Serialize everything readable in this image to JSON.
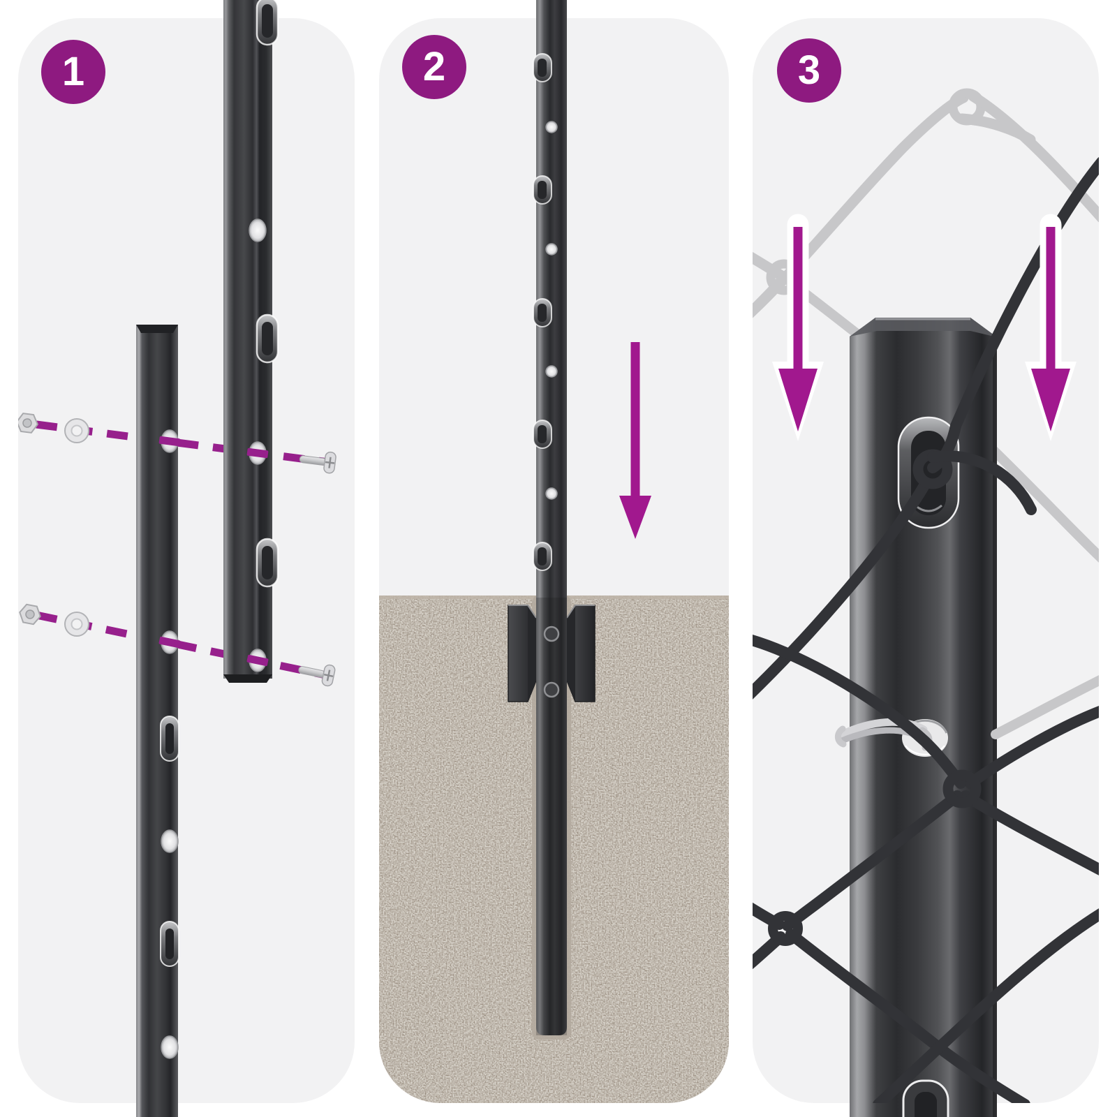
{
  "sheet": {
    "kind": "installation-instructions",
    "step_count": 3,
    "steps": [
      {
        "badge": "1",
        "depicts": "two-u-post-sections-aligned-with-screws-nuts-and-washers"
      },
      {
        "badge": "2",
        "depicts": "assembled-post-driven-down-into-ground-with-anchor-plate"
      },
      {
        "badge": "3",
        "depicts": "chain-link-mesh-slid-down-and-hooked-onto-post-tabs"
      }
    ]
  },
  "colors": {
    "badge_purple": "#8E1A80",
    "arrow_purple": "#A1188E",
    "dashed_line_purple": "#97208C",
    "panel_background": "#F2F2F3",
    "page_background": "#FFFFFF",
    "post_metal_dark": "#3A3B3E",
    "soil_brown": "#9B8F83",
    "faded_mesh_gray": "#C7C7C9",
    "dark_wire_gray": "#323337",
    "hardware_silver": "#D9D9DB"
  }
}
